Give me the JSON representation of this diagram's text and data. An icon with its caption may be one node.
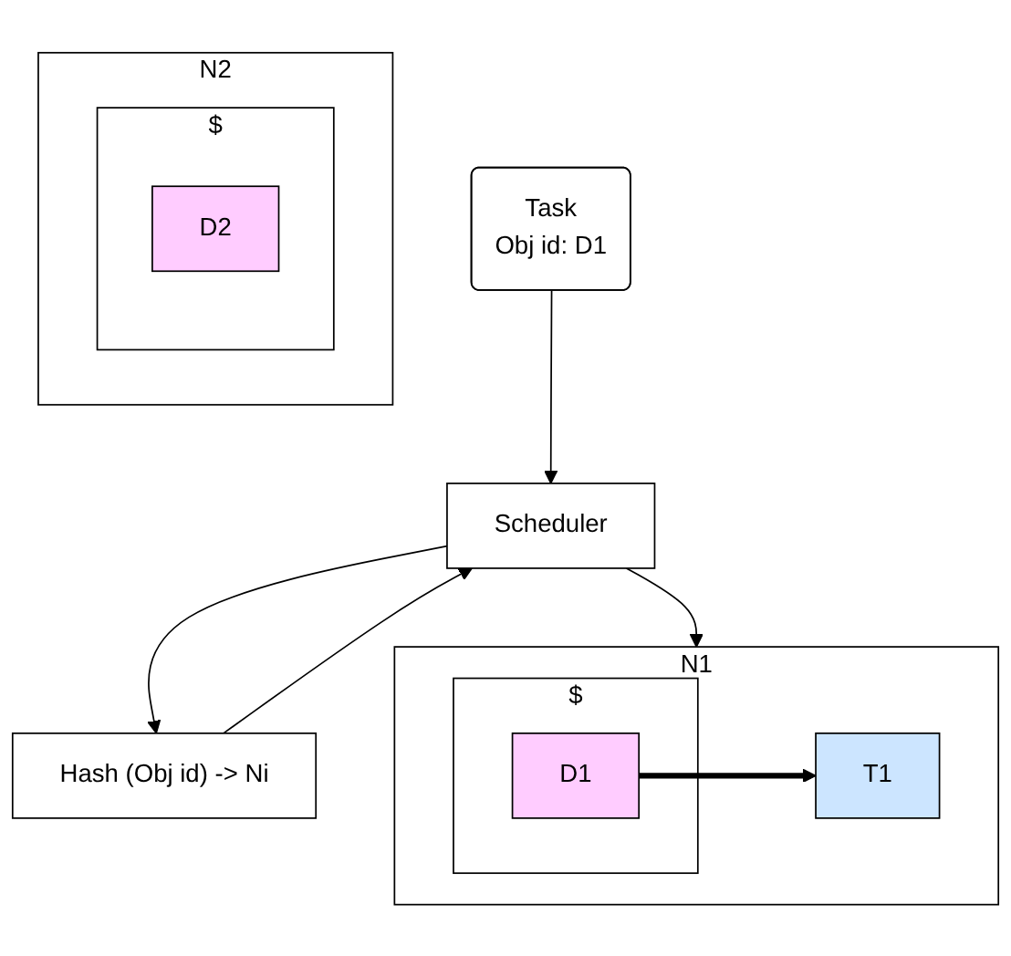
{
  "diagram": {
    "nodes": [
      {
        "text": [
          "Task",
          "Obj id: D1"
        ]
      },
      {
        "text": [
          "Scheduler"
        ]
      },
      {
        "text": [
          "Hash (Obj id) -> Ni"
        ]
      },
      {
        "text": [
          "N1"
        ]
      },
      {
        "text": [
          "T1"
        ],
        "in": 3
      },
      {
        "text": [
          "$"
        ],
        "in": 3
      },
      {
        "text": [
          "D1"
        ],
        "in": 5
      },
      {
        "text": [
          "N2"
        ]
      },
      {
        "text": [
          "$"
        ],
        "in": 7
      },
      {
        "text": [
          "D2"
        ],
        "in": 8
      }
    ],
    "edges": [
      {
        "from": 0,
        "to": 1,
        "arrow": "to"
      },
      {
        "from": 1,
        "to": 2,
        "arrow": "to"
      },
      {
        "from": 2,
        "to": 1,
        "arrow": "to"
      },
      {
        "from": 1,
        "to": 3,
        "arrow": "to"
      },
      {
        "from": 6,
        "to": 4,
        "arrow": "to",
        "style": "thick"
      }
    ]
  }
}
